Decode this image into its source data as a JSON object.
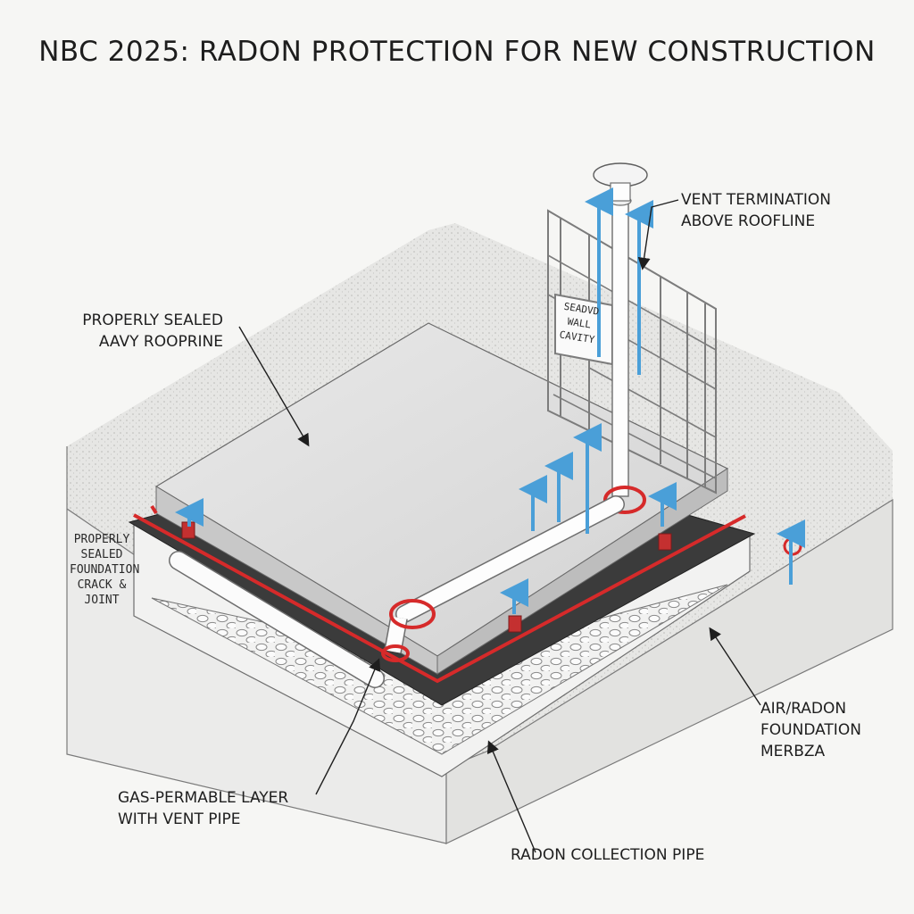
{
  "title": "NBC 2025: RADON PROTECTION FOR NEW CONSTRUCTION",
  "labels": {
    "vent_termination": [
      "VENT TERMINATION",
      "ABOVE ROOFLINE"
    ],
    "sealed_cavity": [
      "PROPERLY SEALED",
      "AAVY ROOPRINE"
    ],
    "sealed_crack": [
      "PROPERLY",
      "SEALED",
      "FOUNDATION",
      "CRACK &",
      "JOINT"
    ],
    "wall_cavity": [
      "SEADVD",
      "WALL",
      "CAVITY"
    ],
    "membrane": [
      "AIR/RADON",
      "FOUNDATION",
      "MERBZA"
    ],
    "gas_layer": [
      "GAS-PERMABLE LAYER",
      "WITH VENT PIPE"
    ],
    "collection_pipe": "RADON COLLECTION PIPE"
  },
  "colors": {
    "sealant_red": "#d62a2a",
    "airflow_blue": "#4a9fd8",
    "membrane_black": "#3a3a3a",
    "concrete": "#d9d9d9",
    "soil": "#e4e4e2"
  }
}
